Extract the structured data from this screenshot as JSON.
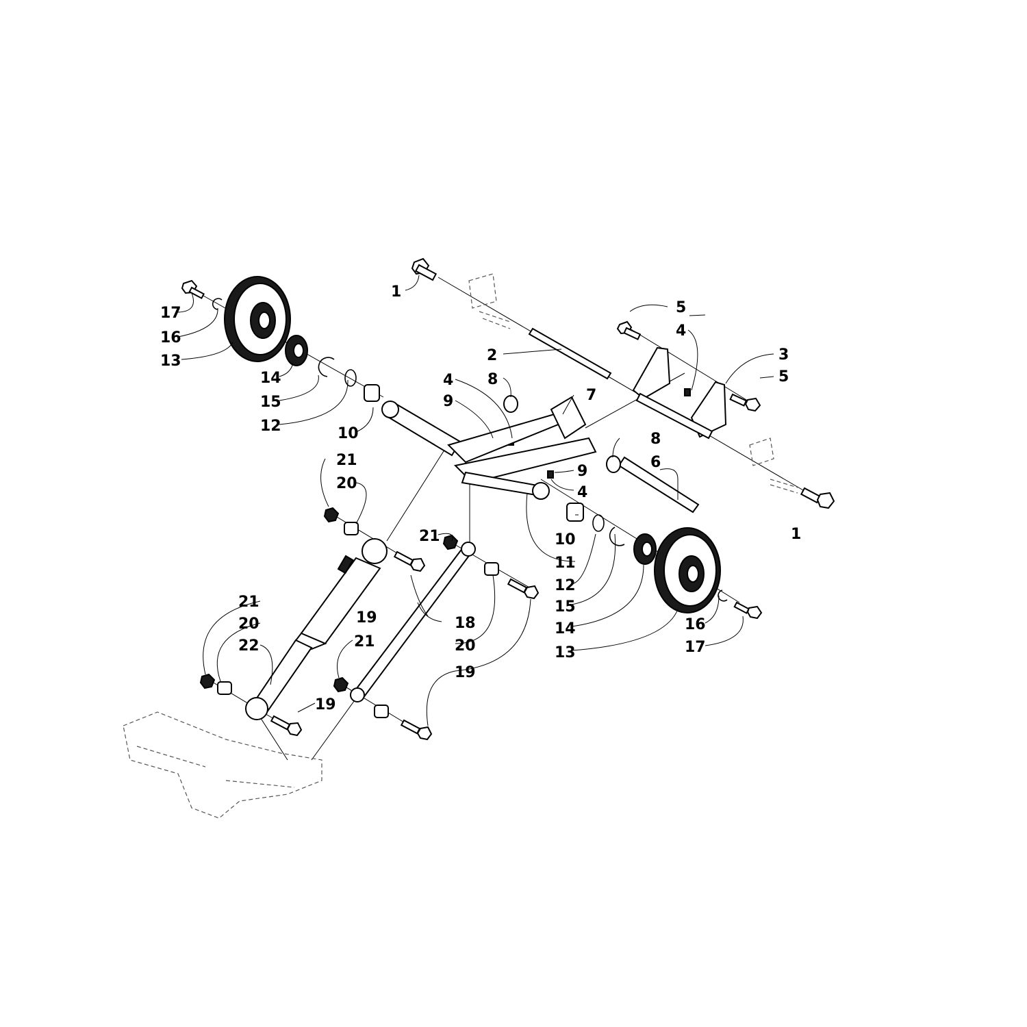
{
  "callouts": [
    {
      "id": "c1a",
      "text": "1"
    },
    {
      "id": "c1b",
      "text": "1"
    },
    {
      "id": "c2",
      "text": "2"
    },
    {
      "id": "c3",
      "text": "3"
    },
    {
      "id": "c4a",
      "text": "4"
    },
    {
      "id": "c4b",
      "text": "4"
    },
    {
      "id": "c4c",
      "text": "4"
    },
    {
      "id": "c5a",
      "text": "5"
    },
    {
      "id": "c5b",
      "text": "5"
    },
    {
      "id": "c6",
      "text": "6"
    },
    {
      "id": "c7",
      "text": "7"
    },
    {
      "id": "c8a",
      "text": "8"
    },
    {
      "id": "c8b",
      "text": "8"
    },
    {
      "id": "c9a",
      "text": "9"
    },
    {
      "id": "c9b",
      "text": "9"
    },
    {
      "id": "c10a",
      "text": "10"
    },
    {
      "id": "c10b",
      "text": "10"
    },
    {
      "id": "c11",
      "text": "11"
    },
    {
      "id": "c12a",
      "text": "12"
    },
    {
      "id": "c12b",
      "text": "12"
    },
    {
      "id": "c13a",
      "text": "13"
    },
    {
      "id": "c13b",
      "text": "13"
    },
    {
      "id": "c14a",
      "text": "14"
    },
    {
      "id": "c14b",
      "text": "14"
    },
    {
      "id": "c15a",
      "text": "15"
    },
    {
      "id": "c15b",
      "text": "15"
    },
    {
      "id": "c16a",
      "text": "16"
    },
    {
      "id": "c16b",
      "text": "16"
    },
    {
      "id": "c17a",
      "text": "17"
    },
    {
      "id": "c17b",
      "text": "17"
    },
    {
      "id": "c18",
      "text": "18"
    },
    {
      "id": "c19a",
      "text": "19"
    },
    {
      "id": "c19b",
      "text": "19"
    },
    {
      "id": "c19c",
      "text": "19"
    },
    {
      "id": "c20a",
      "text": "20"
    },
    {
      "id": "c20b",
      "text": "20"
    },
    {
      "id": "c20c",
      "text": "20"
    },
    {
      "id": "c21a",
      "text": "21"
    },
    {
      "id": "c21b",
      "text": "21"
    },
    {
      "id": "c21c",
      "text": "21"
    },
    {
      "id": "c21d",
      "text": "21"
    },
    {
      "id": "c22",
      "text": "22"
    }
  ]
}
